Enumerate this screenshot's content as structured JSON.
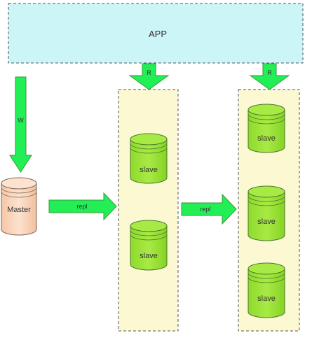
{
  "app": {
    "label": "APP"
  },
  "arrows": {
    "write": "W",
    "read_left": "R",
    "read_right": "R",
    "repl_left": "repl",
    "repl_right": "repl"
  },
  "master": {
    "label": "Master"
  },
  "group_left": {
    "slaves": [
      "slave",
      "slave"
    ]
  },
  "group_right": {
    "slaves": [
      "slave",
      "slave",
      "slave"
    ]
  },
  "colors": {
    "app_fill": "#cbf5f7",
    "group_fill": "#fbf8d2",
    "arrow_green": "#22ee55",
    "slave_green": "#9ee437",
    "master_fill": "#fdd8c0"
  }
}
